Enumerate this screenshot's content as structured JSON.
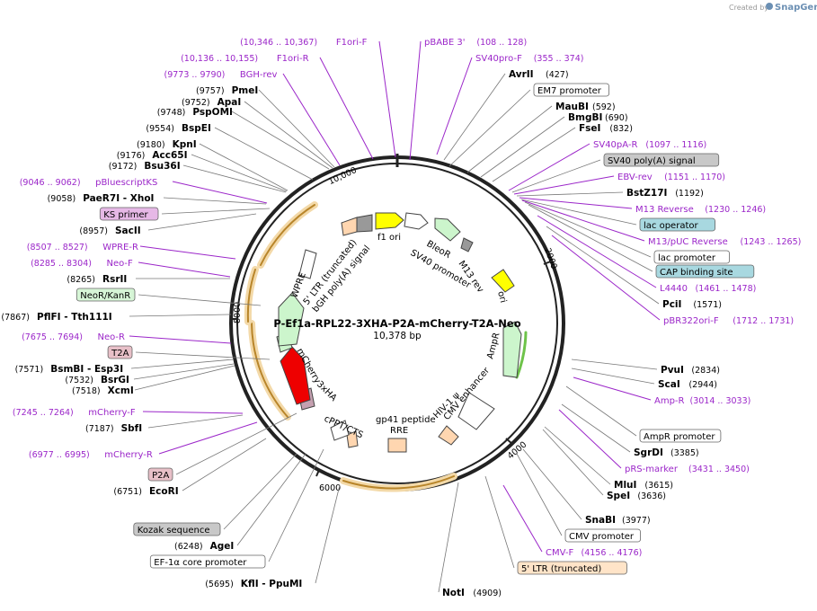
{
  "credit": {
    "created_by": "Created by",
    "brand": "SnapGene"
  },
  "plasmid": {
    "name": "P-Ef1a-RPL22-3XHA-P2A-mCherry-T2A-Neo",
    "length": "10,378 bp",
    "length_bp": 10378
  },
  "ticks": [
    "2000",
    "4000",
    "6000",
    "8000",
    "10,000"
  ],
  "labels": [
    {
      "name": "F1ori-F",
      "pos": "(10,346 .. 10,367)",
      "kind": "primer",
      "side": "L"
    },
    {
      "name": "F1ori-R",
      "pos": "(10,136 .. 10,155)",
      "kind": "primer",
      "side": "L"
    },
    {
      "name": "BGH-rev",
      "pos": "(9773 .. 9790)",
      "kind": "primer",
      "side": "L"
    },
    {
      "name": "PmeI",
      "pos": "(9757)",
      "kind": "enzyme",
      "side": "L"
    },
    {
      "name": "ApaI",
      "pos": "(9752)",
      "kind": "enzyme",
      "side": "L"
    },
    {
      "name": "PspOMI",
      "pos": "(9748)",
      "kind": "enzyme",
      "side": "L"
    },
    {
      "name": "BspEI",
      "pos": "(9554)",
      "kind": "enzyme",
      "side": "L"
    },
    {
      "name": "KpnI",
      "pos": "(9180)",
      "kind": "enzyme",
      "side": "L"
    },
    {
      "name": "Acc65I",
      "pos": "(9176)",
      "kind": "enzyme",
      "side": "L"
    },
    {
      "name": "Bsu36I",
      "pos": "(9172)",
      "kind": "enzyme",
      "side": "L"
    },
    {
      "name": "pBluescriptKS",
      "pos": "(9046 .. 9062)",
      "kind": "primer",
      "side": "L"
    },
    {
      "name": "PaeR7I - XhoI",
      "pos": "(9058)",
      "kind": "enzyme",
      "side": "L"
    },
    {
      "name": "KS primer",
      "pos": "",
      "kind": "box-purple",
      "side": "L"
    },
    {
      "name": "SacII",
      "pos": "(8957)",
      "kind": "enzyme",
      "side": "L"
    },
    {
      "name": "WPRE-R",
      "pos": "(8507 .. 8527)",
      "kind": "primer",
      "side": "L"
    },
    {
      "name": "Neo-F",
      "pos": "(8285 .. 8304)",
      "kind": "primer",
      "side": "L"
    },
    {
      "name": "RsrII",
      "pos": "(8265)",
      "kind": "enzyme",
      "side": "L"
    },
    {
      "name": "NeoR/KanR",
      "pos": "",
      "kind": "box-green",
      "side": "L"
    },
    {
      "name": "PflFI - Tth111I",
      "pos": "(7867)",
      "kind": "enzyme",
      "side": "L"
    },
    {
      "name": "Neo-R",
      "pos": "(7675 .. 7694)",
      "kind": "primer",
      "side": "L"
    },
    {
      "name": "T2A",
      "pos": "",
      "kind": "box-pink",
      "side": "L"
    },
    {
      "name": "BsmBI - Esp3I",
      "pos": "(7571)",
      "kind": "enzyme",
      "side": "L"
    },
    {
      "name": "BsrGI",
      "pos": "(7532)",
      "kind": "enzyme",
      "side": "L"
    },
    {
      "name": "XcmI",
      "pos": "(7518)",
      "kind": "enzyme",
      "side": "L"
    },
    {
      "name": "mCherry-F",
      "pos": "(7245 .. 7264)",
      "kind": "primer",
      "side": "L"
    },
    {
      "name": "SbfI",
      "pos": "(7187)",
      "kind": "enzyme",
      "side": "L"
    },
    {
      "name": "mCherry-R",
      "pos": "(6977 .. 6995)",
      "kind": "primer",
      "side": "L"
    },
    {
      "name": "P2A",
      "pos": "",
      "kind": "box-pink",
      "side": "L"
    },
    {
      "name": "EcoRI",
      "pos": "(6751)",
      "kind": "enzyme",
      "side": "L"
    },
    {
      "name": "Kozak sequence",
      "pos": "",
      "kind": "box-gray",
      "side": "L"
    },
    {
      "name": "AgeI",
      "pos": "(6248)",
      "kind": "enzyme",
      "side": "L"
    },
    {
      "name": "EF-1α core promoter",
      "pos": "",
      "kind": "box-white",
      "side": "L"
    },
    {
      "name": "KflI - PpuMI",
      "pos": "(5695)",
      "kind": "enzyme",
      "side": "L"
    },
    {
      "name": "NotI",
      "pos": "(4909)",
      "kind": "enzyme",
      "side": "R"
    },
    {
      "name": "pBABE 3'",
      "pos": "(108 .. 128)",
      "kind": "primer",
      "side": "R"
    },
    {
      "name": "SV40pro-F",
      "pos": "(355 .. 374)",
      "kind": "primer",
      "side": "R"
    },
    {
      "name": "AvrII",
      "pos": "(427)",
      "kind": "enzyme",
      "side": "R"
    },
    {
      "name": "EM7 promoter",
      "pos": "",
      "kind": "box-white",
      "side": "R"
    },
    {
      "name": "MauBI",
      "pos": "(592)",
      "kind": "enzyme",
      "side": "R"
    },
    {
      "name": "BmgBI",
      "pos": "(690)",
      "kind": "enzyme",
      "side": "R"
    },
    {
      "name": "FseI",
      "pos": "(832)",
      "kind": "enzyme",
      "side": "R"
    },
    {
      "name": "SV40pA-R",
      "pos": "(1097 .. 1116)",
      "kind": "primer",
      "side": "R"
    },
    {
      "name": "SV40 poly(A) signal",
      "pos": "",
      "kind": "box-gray",
      "side": "R"
    },
    {
      "name": "EBV-rev",
      "pos": "(1151 .. 1170)",
      "kind": "primer",
      "side": "R"
    },
    {
      "name": "BstZ17I",
      "pos": "(1192)",
      "kind": "enzyme",
      "side": "R"
    },
    {
      "name": "M13 Reverse",
      "pos": "(1230 .. 1246)",
      "kind": "primer",
      "side": "R"
    },
    {
      "name": "lac operator",
      "pos": "",
      "kind": "box-teal",
      "side": "R"
    },
    {
      "name": "M13/pUC Reverse",
      "pos": "(1243 .. 1265)",
      "kind": "primer",
      "side": "R"
    },
    {
      "name": "lac promoter",
      "pos": "",
      "kind": "box-white",
      "side": "R"
    },
    {
      "name": "CAP binding site",
      "pos": "",
      "kind": "box-teal",
      "side": "R"
    },
    {
      "name": "L4440",
      "pos": "(1461 .. 1478)",
      "kind": "primer",
      "side": "R"
    },
    {
      "name": "PciI",
      "pos": "(1571)",
      "kind": "enzyme",
      "side": "R"
    },
    {
      "name": "pBR322ori-F",
      "pos": "(1712 .. 1731)",
      "kind": "primer",
      "side": "R"
    },
    {
      "name": "PvuI",
      "pos": "(2834)",
      "kind": "enzyme",
      "side": "R"
    },
    {
      "name": "ScaI",
      "pos": "(2944)",
      "kind": "enzyme",
      "side": "R"
    },
    {
      "name": "Amp-R",
      "pos": "(3014 .. 3033)",
      "kind": "primer",
      "side": "R"
    },
    {
      "name": "AmpR promoter",
      "pos": "",
      "kind": "box-white",
      "side": "R"
    },
    {
      "name": "SgrDI",
      "pos": "(3385)",
      "kind": "enzyme",
      "side": "R"
    },
    {
      "name": "pRS-marker",
      "pos": "(3431 .. 3450)",
      "kind": "primer",
      "side": "R"
    },
    {
      "name": "MluI",
      "pos": "(3615)",
      "kind": "enzyme",
      "side": "R"
    },
    {
      "name": "SpeI",
      "pos": "(3636)",
      "kind": "enzyme",
      "side": "R"
    },
    {
      "name": "SnaBI",
      "pos": "(3977)",
      "kind": "enzyme",
      "side": "R"
    },
    {
      "name": "CMV promoter",
      "pos": "",
      "kind": "box-white",
      "side": "R"
    },
    {
      "name": "CMV-F",
      "pos": "(4156 .. 4176)",
      "kind": "primer",
      "side": "R"
    },
    {
      "name": "5' LTR (truncated)",
      "pos": "",
      "kind": "box-orange",
      "side": "R"
    }
  ],
  "features": [
    {
      "name": "f1 ori",
      "color": "#ffff00"
    },
    {
      "name": "BleoR",
      "color": "#ccf5cc"
    },
    {
      "name": "SV40 promoter",
      "color": "#ffffff"
    },
    {
      "name": "M13 rev",
      "color": "#999999"
    },
    {
      "name": "ori",
      "color": "#ffff00"
    },
    {
      "name": "AmpR",
      "color": "#ccf5cc"
    },
    {
      "name": "CMV enhancer",
      "color": "#ffffff"
    },
    {
      "name": "HIV-1 ψ",
      "color": "#ffd6b0"
    },
    {
      "name": "RRE",
      "color": "#ffd6b0"
    },
    {
      "name": "gp41 peptide",
      "color": "#ffd6b0"
    },
    {
      "name": "cPPT/CTS",
      "color": "#ffffff"
    },
    {
      "name": "3xHA",
      "color": "#c5a0b0"
    },
    {
      "name": "mCherry",
      "color": "#ee0000"
    },
    {
      "name": "WPRE",
      "color": "#ffffff"
    },
    {
      "name": "5' LTR (truncated)",
      "color": "#ffd6b0"
    },
    {
      "name": "bGH poly(A) signal",
      "color": "#999999"
    }
  ],
  "colors": {
    "primer": "#9b26c9",
    "backbone": "#222222",
    "orf_arc": "#e8a83a"
  }
}
